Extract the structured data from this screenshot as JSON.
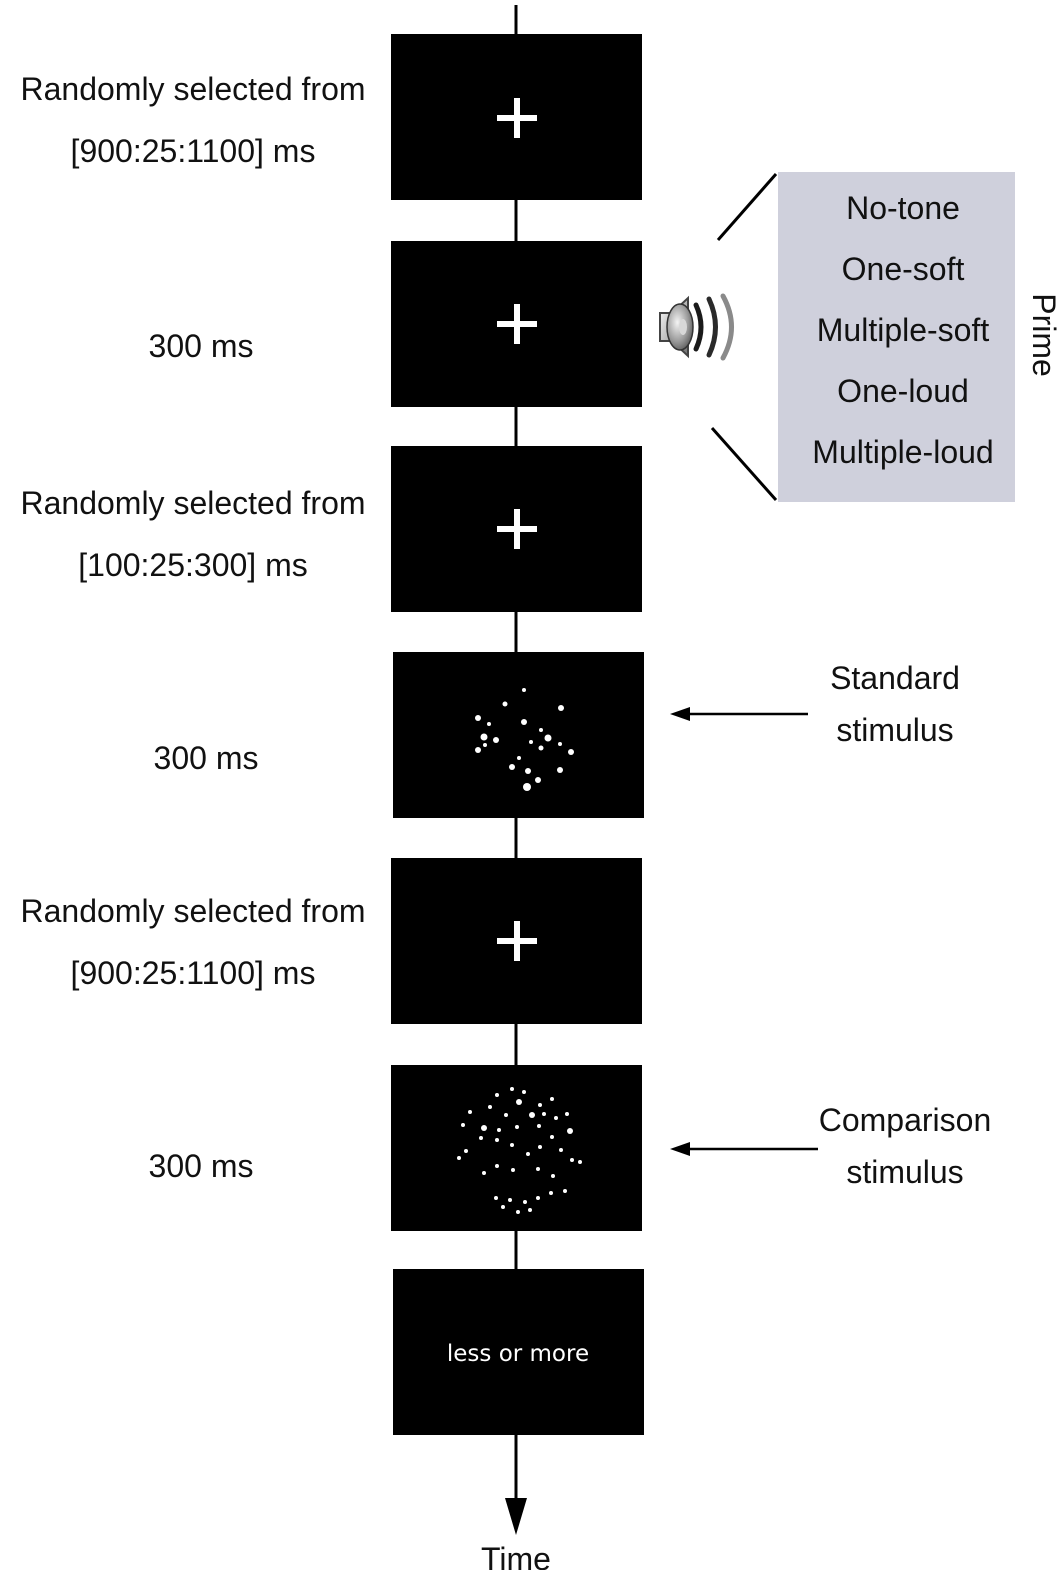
{
  "timeline": {
    "axis_label": "Time",
    "frames": [
      {
        "id": "fixation-1",
        "kind": "fixation",
        "duration": [
          "Randomly selected from",
          "[900:25:1100] ms"
        ]
      },
      {
        "id": "prime",
        "kind": "fixation",
        "duration": [
          "300 ms"
        ]
      },
      {
        "id": "fixation-2",
        "kind": "fixation",
        "duration": [
          "Randomly selected from",
          "[100:25:300] ms"
        ]
      },
      {
        "id": "standard",
        "kind": "dots",
        "duration": [
          "300 ms"
        ]
      },
      {
        "id": "fixation-3",
        "kind": "fixation",
        "duration": [
          "Randomly selected from",
          "[900:25:1100] ms"
        ]
      },
      {
        "id": "comparison",
        "kind": "dots",
        "duration": [
          "300 ms"
        ]
      },
      {
        "id": "response",
        "kind": "text",
        "duration": [],
        "screen_text": "less or more"
      }
    ]
  },
  "prime_box": {
    "title": "Prime",
    "conditions": [
      "No-tone",
      "One-soft",
      "Multiple-soft",
      "One-loud",
      "Multiple-loud"
    ],
    "fill": "#cfd0dc"
  },
  "annotations": {
    "standard": [
      "Standard",
      "stimulus"
    ],
    "comparison": [
      "Comparison",
      "stimulus"
    ]
  },
  "icons": {
    "speaker": "speaker-icon"
  },
  "colors": {
    "screen": "#000000",
    "line": "#000000",
    "prime_box": "#cfd0dc"
  }
}
